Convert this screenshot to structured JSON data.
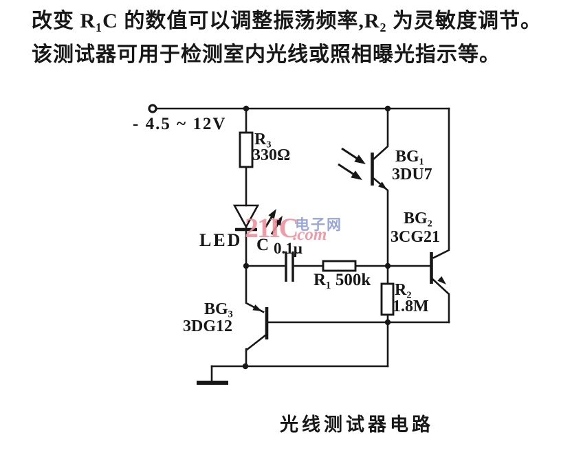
{
  "paragraph": {
    "line1": "改变 R₁C 的数值可以调整振荡频率,R₂ 为灵敏度调节。",
    "line2": "该测试器可用于检测室内光线或照相曝光指示等。"
  },
  "circuit": {
    "power_label": "- 4.5 ~ 12V",
    "components": {
      "r3": {
        "name": "R₃",
        "value": "330Ω"
      },
      "bg1": {
        "name": "BG₁",
        "value": "3DU7"
      },
      "bg2": {
        "name": "BG₂",
        "value": "3CG21"
      },
      "bg3": {
        "name": "BG₃",
        "value": "3DG12"
      },
      "r1": {
        "name": "R₁",
        "value": "500k"
      },
      "r2": {
        "name": "R₂",
        "value": "1.8M"
      },
      "c": {
        "name": "C",
        "value": "0.1μ"
      },
      "led": {
        "name": "LED"
      }
    }
  },
  "watermark": {
    "text_main": "21IC",
    "text_suffix": ".com",
    "text_cn": "电子网",
    "color_pink": "#ee8f9c",
    "color_blue": "#8d99d6"
  },
  "caption": "光线测试器电路",
  "colors": {
    "ink": "#171717"
  }
}
